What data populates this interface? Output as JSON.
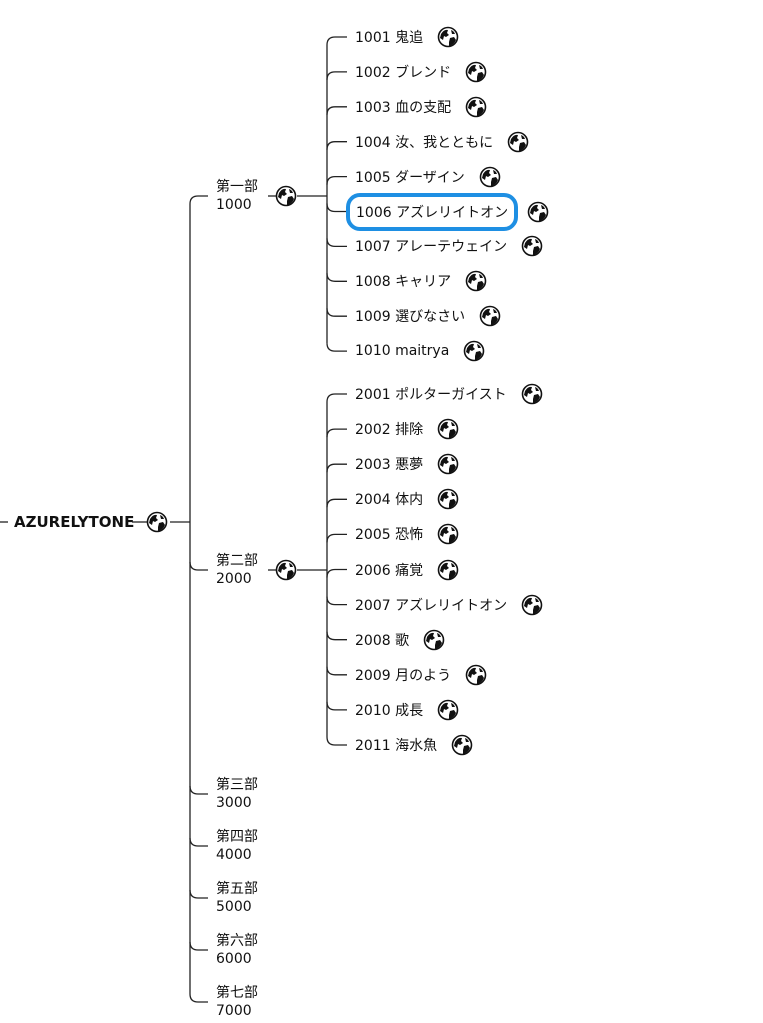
{
  "root": {
    "label": "AZURELYTONE"
  },
  "parts": [
    {
      "title": "第一部",
      "number": "1000",
      "items": [
        "1001 鬼追",
        "1002 ブレンド",
        "1003 血の支配",
        "1004 汝、我とともに",
        "1005 ダーザイン",
        "1006 アズレリイトオン",
        "1007 アレーテウェイン",
        "1008 キャリア",
        "1009 選びなさい",
        "1010 maitrya"
      ]
    },
    {
      "title": "第二部",
      "number": "2000",
      "items": [
        "2001 ポルターガイスト",
        "2002 排除",
        "2003 悪夢",
        "2004 体内",
        "2005 恐怖",
        "2006 痛覚",
        "2007 アズレリイトオン",
        "2008 歌",
        "2009 月のよう",
        "2010 成長",
        "2011 海水魚"
      ]
    },
    {
      "title": "第三部",
      "number": "3000",
      "items": []
    },
    {
      "title": "第四部",
      "number": "4000",
      "items": []
    },
    {
      "title": "第五部",
      "number": "5000",
      "items": []
    },
    {
      "title": "第六部",
      "number": "6000",
      "items": []
    },
    {
      "title": "第七部",
      "number": "7000",
      "items": []
    }
  ],
  "selected": "1006 アズレリイトオン",
  "colors": {
    "selection": "#1e8fe3",
    "line": "#222222"
  },
  "icons": {
    "link": "globe-icon"
  }
}
